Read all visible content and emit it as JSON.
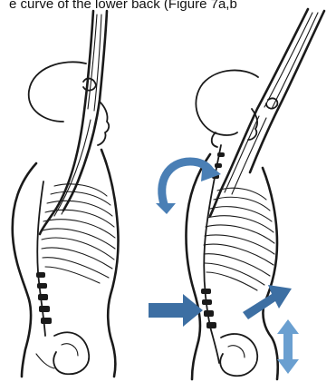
{
  "caption_text": "e curve of the lower back (Figure 7a,b",
  "colors": {
    "ink": "#1a1a1a",
    "arrow_blue": "#4a7fb5",
    "arrow_blue_dark": "#3d6fa3",
    "arrow_blue_light": "#6a9fd0"
  },
  "figures": {
    "left": "figure-a",
    "right": "figure-b"
  },
  "arrows": {
    "curved": "rotation-arrow",
    "lumbar_push": "push-arrow",
    "abdomen": "abdomen-arrow",
    "vertical": "double-vertical-arrow"
  }
}
